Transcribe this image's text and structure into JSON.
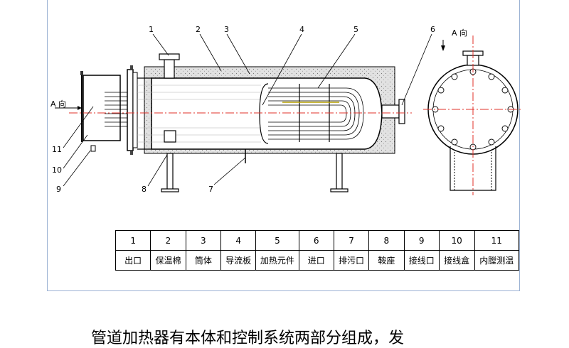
{
  "view_label": "A 向",
  "side_label": "A 向",
  "callouts": [
    "1",
    "2",
    "3",
    "4",
    "5",
    "6",
    "7",
    "8",
    "9",
    "10",
    "11"
  ],
  "legend": {
    "numbers": [
      "1",
      "2",
      "3",
      "4",
      "5",
      "6",
      "7",
      "8",
      "9",
      "10",
      "11"
    ],
    "names": [
      "出口",
      "保温棉",
      "筒体",
      "导流板",
      "加热元件",
      "进口",
      "排污口",
      "鞍座",
      "接线口",
      "接线盒",
      "内膛测温"
    ]
  },
  "caption": "管道加热器有本体和控制系统两部分组成，发",
  "colors": {
    "centerline": "#e0302a",
    "insulation": "#d9d9d9",
    "line": "#000000",
    "border": "#9db3d4"
  }
}
